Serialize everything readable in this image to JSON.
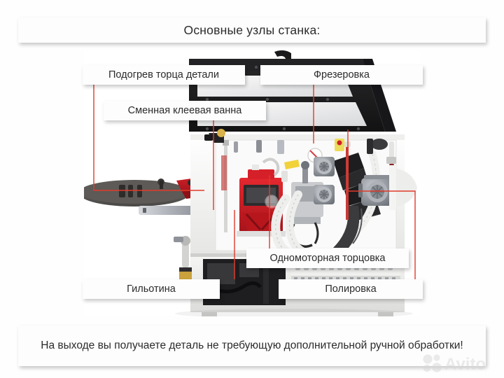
{
  "header": {
    "title": "Основные узлы станка:"
  },
  "footer": {
    "caption": "На выходе вы получаете деталь не требующую дополнительной ручной обработки!"
  },
  "labels": {
    "heat": "Подогрев торца детали",
    "glue": "Сменная клеевая ванна",
    "milling": "Фрезеровка",
    "trimming": "Одномоторная торцовка",
    "guillotine": "Гильотина",
    "polishing": "Полировка"
  },
  "watermark": {
    "text": "Avito"
  },
  "colors": {
    "leader_line": "#e03a2a",
    "plate_background": "#fdfdfd",
    "text": "#2b2b2b",
    "page_background": "#ffffff",
    "machine_red": "#cf1f26",
    "machine_dark": "#1c1c1e",
    "machine_body": "#f2f2f0"
  },
  "photo": {
    "subject": "edge-banding-machine"
  }
}
